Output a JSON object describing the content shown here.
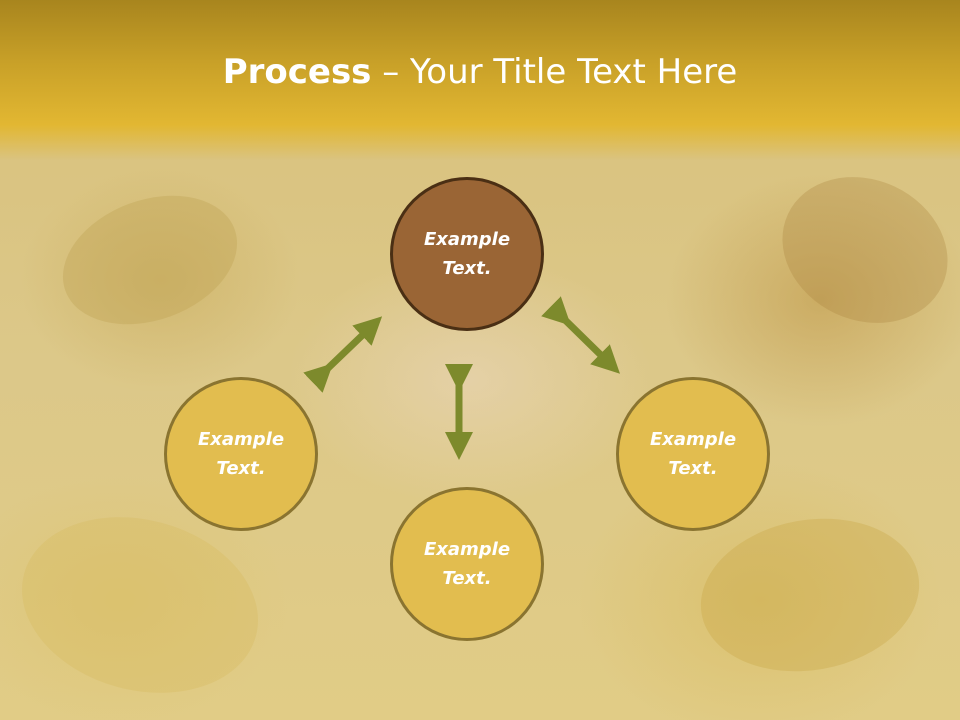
{
  "title": {
    "bold": "Process",
    "rest": " – Your Title Text Here"
  },
  "nodes": [
    {
      "line1": "Example",
      "line2": "Text."
    },
    {
      "line1": "Example",
      "line2": "Text."
    },
    {
      "line1": "Example",
      "line2": "Text."
    },
    {
      "line1": "Example",
      "line2": "Text."
    }
  ],
  "colors": {
    "header": "#e2b732",
    "top_node": "#9a6535",
    "gold_node": "#e2bd4f",
    "arrow": "#7d8a2c"
  }
}
